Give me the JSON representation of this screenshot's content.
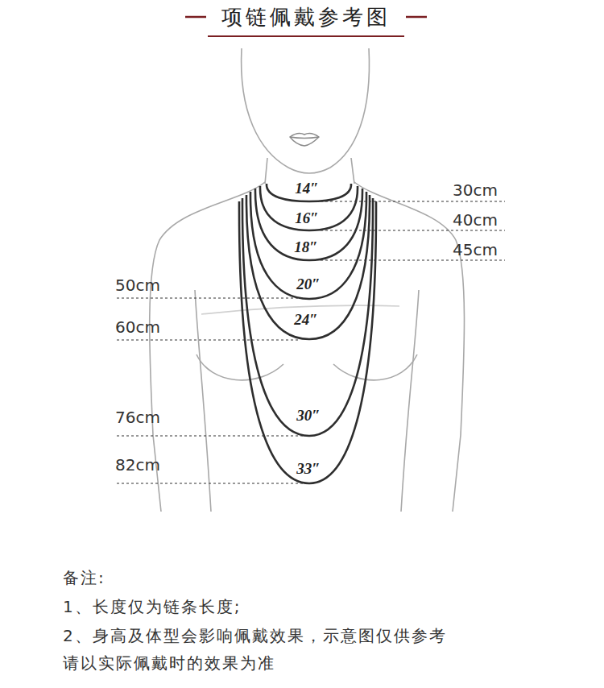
{
  "diagram": {
    "title": "项链佩戴参考图",
    "labels": [
      "14″",
      "16″",
      "18″",
      "20″",
      "24″",
      "30″",
      "33″",
      "30cm",
      "40cm",
      "45cm",
      "50cm",
      "60cm",
      "76cm",
      "82cm",
      "备注:",
      "1、长度仅为链条长度;",
      "2、身高及体型会影响佩戴效果，示意图仅供参考 请以实际佩戴时的效果为准"
    ]
  }
}
